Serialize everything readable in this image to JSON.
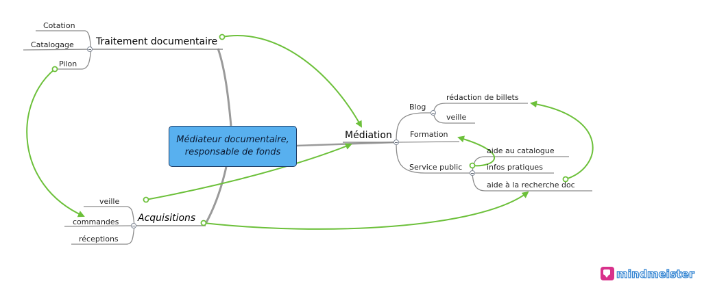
{
  "root": {
    "line1": "Médiateur documentaire,",
    "line2": "responsable de fonds"
  },
  "branches": {
    "traitement": {
      "label": "Traitement documentaire",
      "children": [
        "Cotation",
        "Catalogage",
        "Pilon"
      ]
    },
    "acquisitions": {
      "label": "Acquisitions",
      "children": [
        "veille",
        "commandes",
        "réceptions"
      ]
    },
    "mediation": {
      "label": "Médiation",
      "blog": {
        "label": "Blog",
        "children": [
          "rédaction de billets",
          "veille"
        ]
      },
      "formation": "Formation",
      "service_public": {
        "label": "Service public",
        "children": [
          "aide au catalogue",
          "infos pratiques",
          "aide à la recherche doc"
        ]
      }
    }
  },
  "colors": {
    "root_fill": "#58b0ef",
    "connection": "#6cc03a",
    "branch_line": "#999999"
  },
  "brand": {
    "name": "mindmeister",
    "icon": "mindmeister-logo-icon"
  }
}
